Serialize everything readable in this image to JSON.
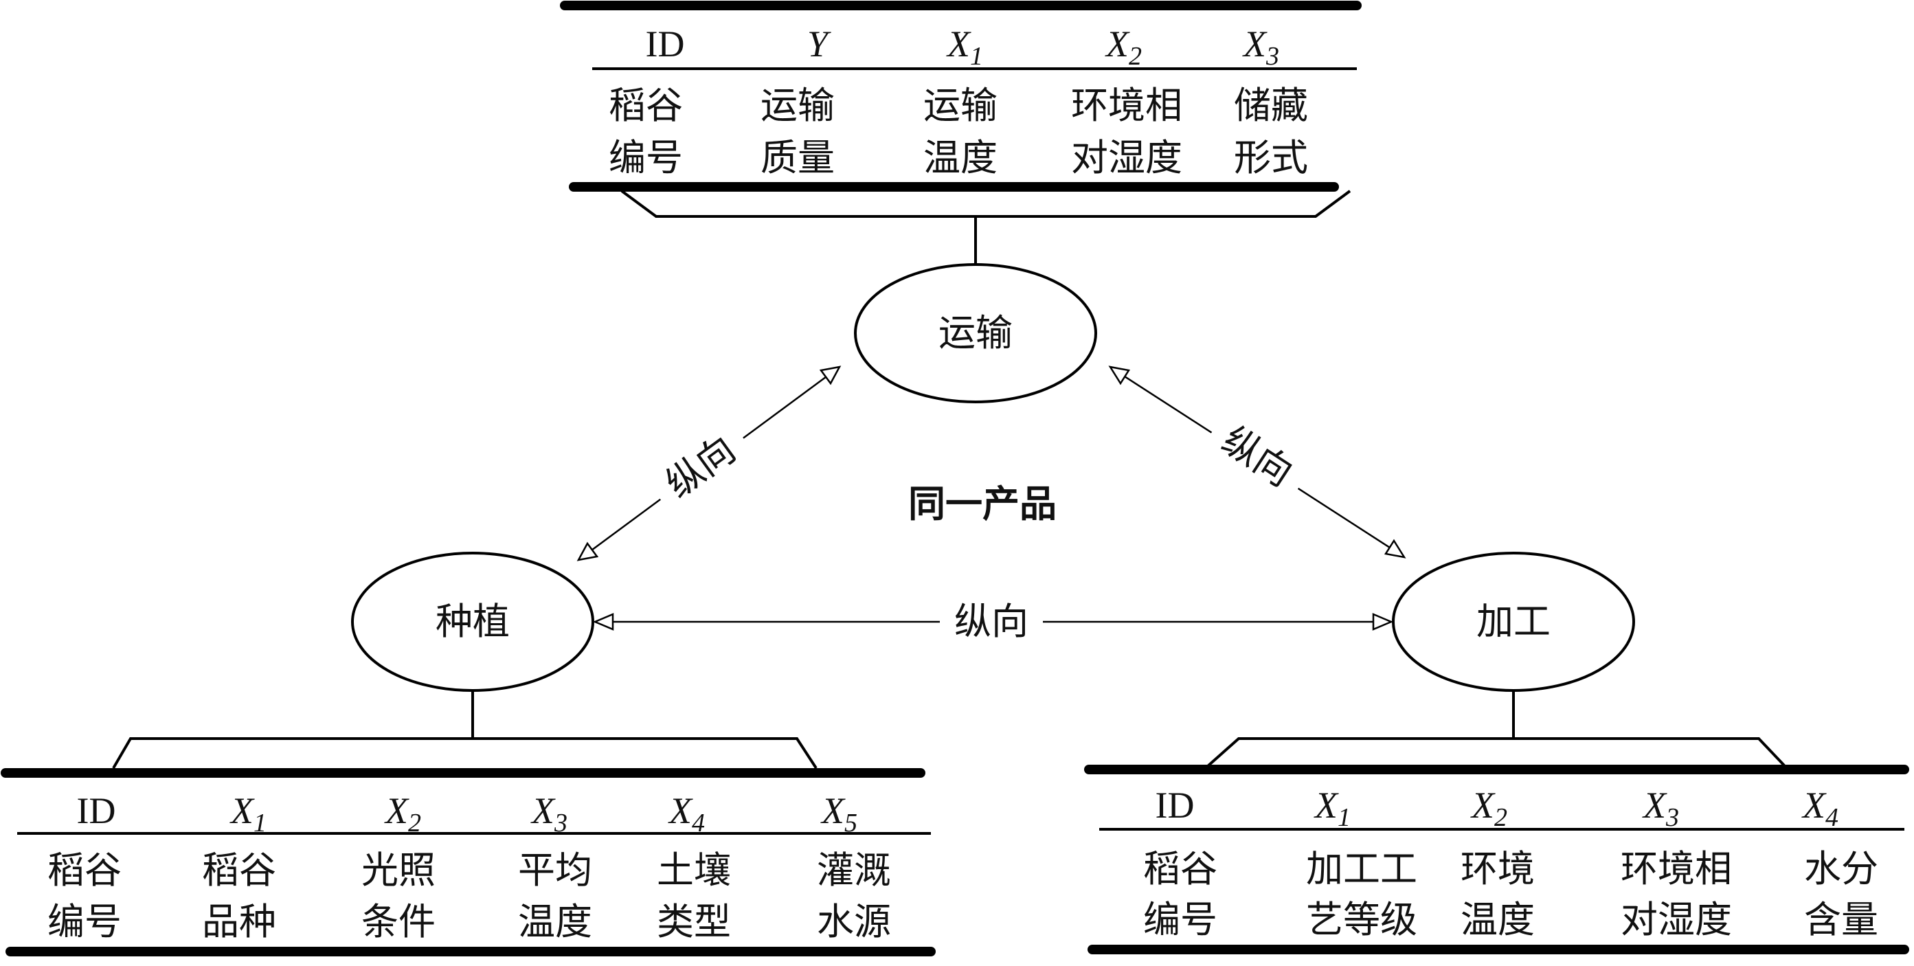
{
  "center_label": "同一产品",
  "edge_label": "纵向",
  "nodes": {
    "transport": "运输",
    "planting": "种植",
    "processing": "加工"
  },
  "tables": {
    "transport": {
      "headers": [
        {
          "base": "ID",
          "sub": ""
        },
        {
          "base": "Y",
          "sub": ""
        },
        {
          "base": "X",
          "sub": "1"
        },
        {
          "base": "X",
          "sub": "2"
        },
        {
          "base": "X",
          "sub": "3"
        }
      ],
      "rows": [
        [
          "稻谷",
          "运输",
          "运输",
          "环境相",
          "储藏"
        ],
        [
          "编号",
          "质量",
          "温度",
          "对湿度",
          "形式"
        ]
      ]
    },
    "planting": {
      "headers": [
        {
          "base": "ID",
          "sub": ""
        },
        {
          "base": "X",
          "sub": "1"
        },
        {
          "base": "X",
          "sub": "2"
        },
        {
          "base": "X",
          "sub": "3"
        },
        {
          "base": "X",
          "sub": "4"
        },
        {
          "base": "X",
          "sub": "5"
        }
      ],
      "rows": [
        [
          "稻谷",
          "稻谷",
          "光照",
          "平均",
          "土壤",
          "灌溉"
        ],
        [
          "编号",
          "品种",
          "条件",
          "温度",
          "类型",
          "水源"
        ]
      ]
    },
    "processing": {
      "headers": [
        {
          "base": "ID",
          "sub": ""
        },
        {
          "base": "X",
          "sub": "1"
        },
        {
          "base": "X",
          "sub": "2"
        },
        {
          "base": "X",
          "sub": "3"
        },
        {
          "base": "X",
          "sub": "4"
        }
      ],
      "rows": [
        [
          "稻谷",
          "加工工",
          "环境",
          "环境相",
          "水分"
        ],
        [
          "编号",
          "艺等级",
          "温度",
          "对湿度",
          "含量"
        ]
      ]
    }
  }
}
